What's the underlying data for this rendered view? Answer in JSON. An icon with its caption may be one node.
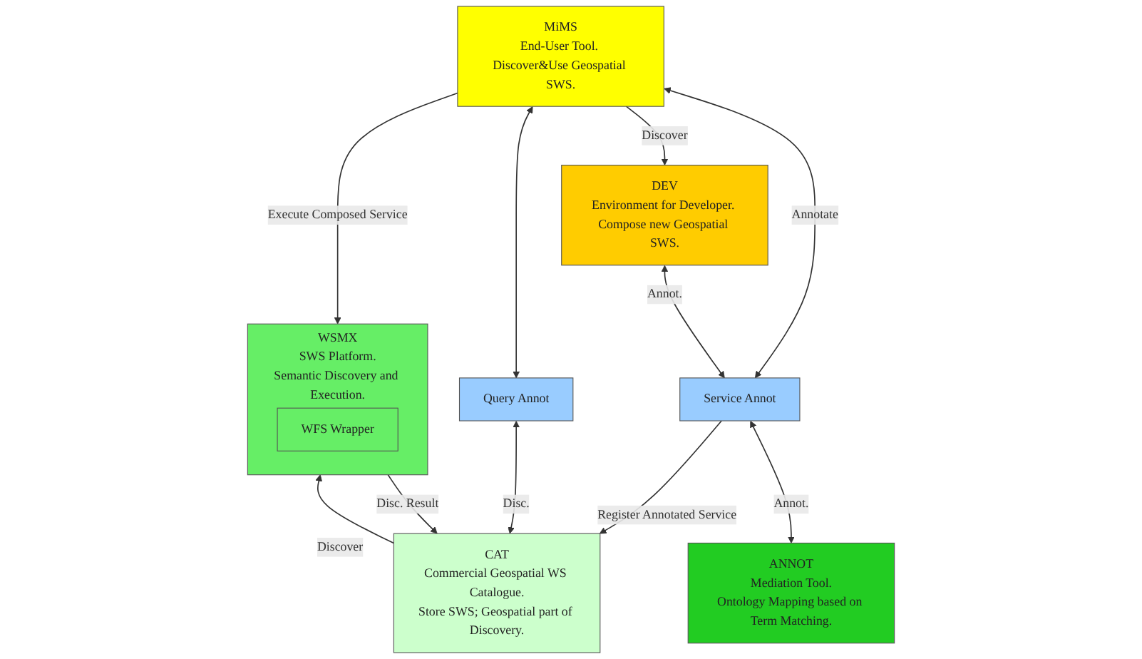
{
  "diagram": {
    "nodes": [
      {
        "text": [
          "MiMS",
          "End-User Tool. Discover&Use Geospatial SWS."
        ]
      },
      {
        "text": [
          "DEV",
          "Environment for Developer. Compose new Geospatial SWS."
        ]
      },
      {
        "text": [
          "Query Annot"
        ]
      },
      {
        "text": [
          "Service Annot"
        ]
      },
      {
        "text": [
          "CAT",
          "Commercial Geospatial WS Catalogue.",
          "Store SWS; Geospatial part of Discovery."
        ]
      },
      {
        "text": [
          "WSMX",
          "SWS Platform.",
          "Semantic Discovery and Execution."
        ]
      },
      {
        "text": [
          "WFS Wrapper"
        ],
        "in": 5
      },
      {
        "text": [
          "ANNOT",
          "Mediation Tool.",
          "Ontology Mapping based on Term Matching."
        ]
      }
    ],
    "edges": [
      {
        "from": 0,
        "to": 2,
        "arrow": "both"
      },
      {
        "from": 0,
        "to": 1,
        "arrow": "to",
        "label": "Discover"
      },
      {
        "from": 0,
        "to": 3,
        "arrow": "both",
        "label": "Annotate"
      },
      {
        "from": 3,
        "to": 4,
        "arrow": "to",
        "label": "Register Annotated Service"
      },
      {
        "from": 2,
        "to": 4,
        "arrow": "both",
        "label": "Disc."
      },
      {
        "from": 0,
        "to": 5,
        "arrow": "to",
        "label": "Execute Composed Service"
      },
      {
        "from": 4,
        "to": 5,
        "arrow": "to",
        "label": "Discover"
      },
      {
        "from": 5,
        "to": 4,
        "arrow": "to",
        "label": "Disc. Result"
      },
      {
        "from": 1,
        "to": 3,
        "arrow": "both",
        "label": "Annot."
      },
      {
        "from": 3,
        "to": 7,
        "arrow": "both",
        "label": "Annot."
      }
    ]
  }
}
